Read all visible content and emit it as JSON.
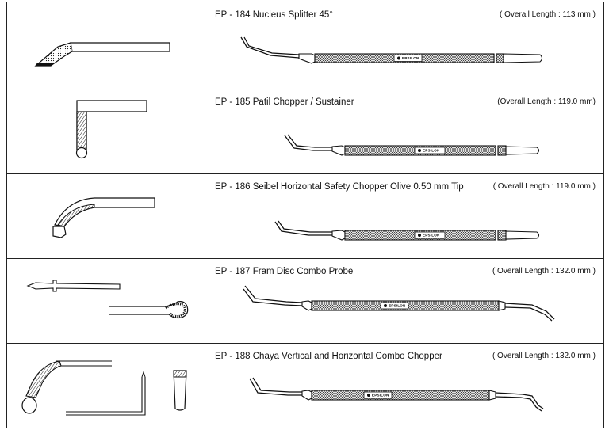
{
  "products": [
    {
      "code": "EP - 184",
      "name": "Nucleus Splitter 45°",
      "length": "( Overall Length : 113 mm )",
      "brand": "EPSILON"
    },
    {
      "code": "EP - 185",
      "name": "Patil Chopper / Sustainer",
      "length": "(Overall Length : 119.0 mm)",
      "brand": "EPSILON"
    },
    {
      "code": "EP - 186",
      "name": "Seibel Horizontal Safety Chopper Olive 0.50 mm Tip",
      "length": "( Overall Length : 119.0 mm )",
      "brand": "EPSILON"
    },
    {
      "code": "EP - 187",
      "name": "Fram Disc Combo Probe",
      "length": "( Overall Length : 132.0 mm )",
      "brand": "EPSILON"
    },
    {
      "code": "EP - 188",
      "name": "Chaya Vertical and Horizontal Combo Chopper",
      "length": "( Overall Length : 132.0 mm )",
      "brand": "EPSILON"
    }
  ]
}
